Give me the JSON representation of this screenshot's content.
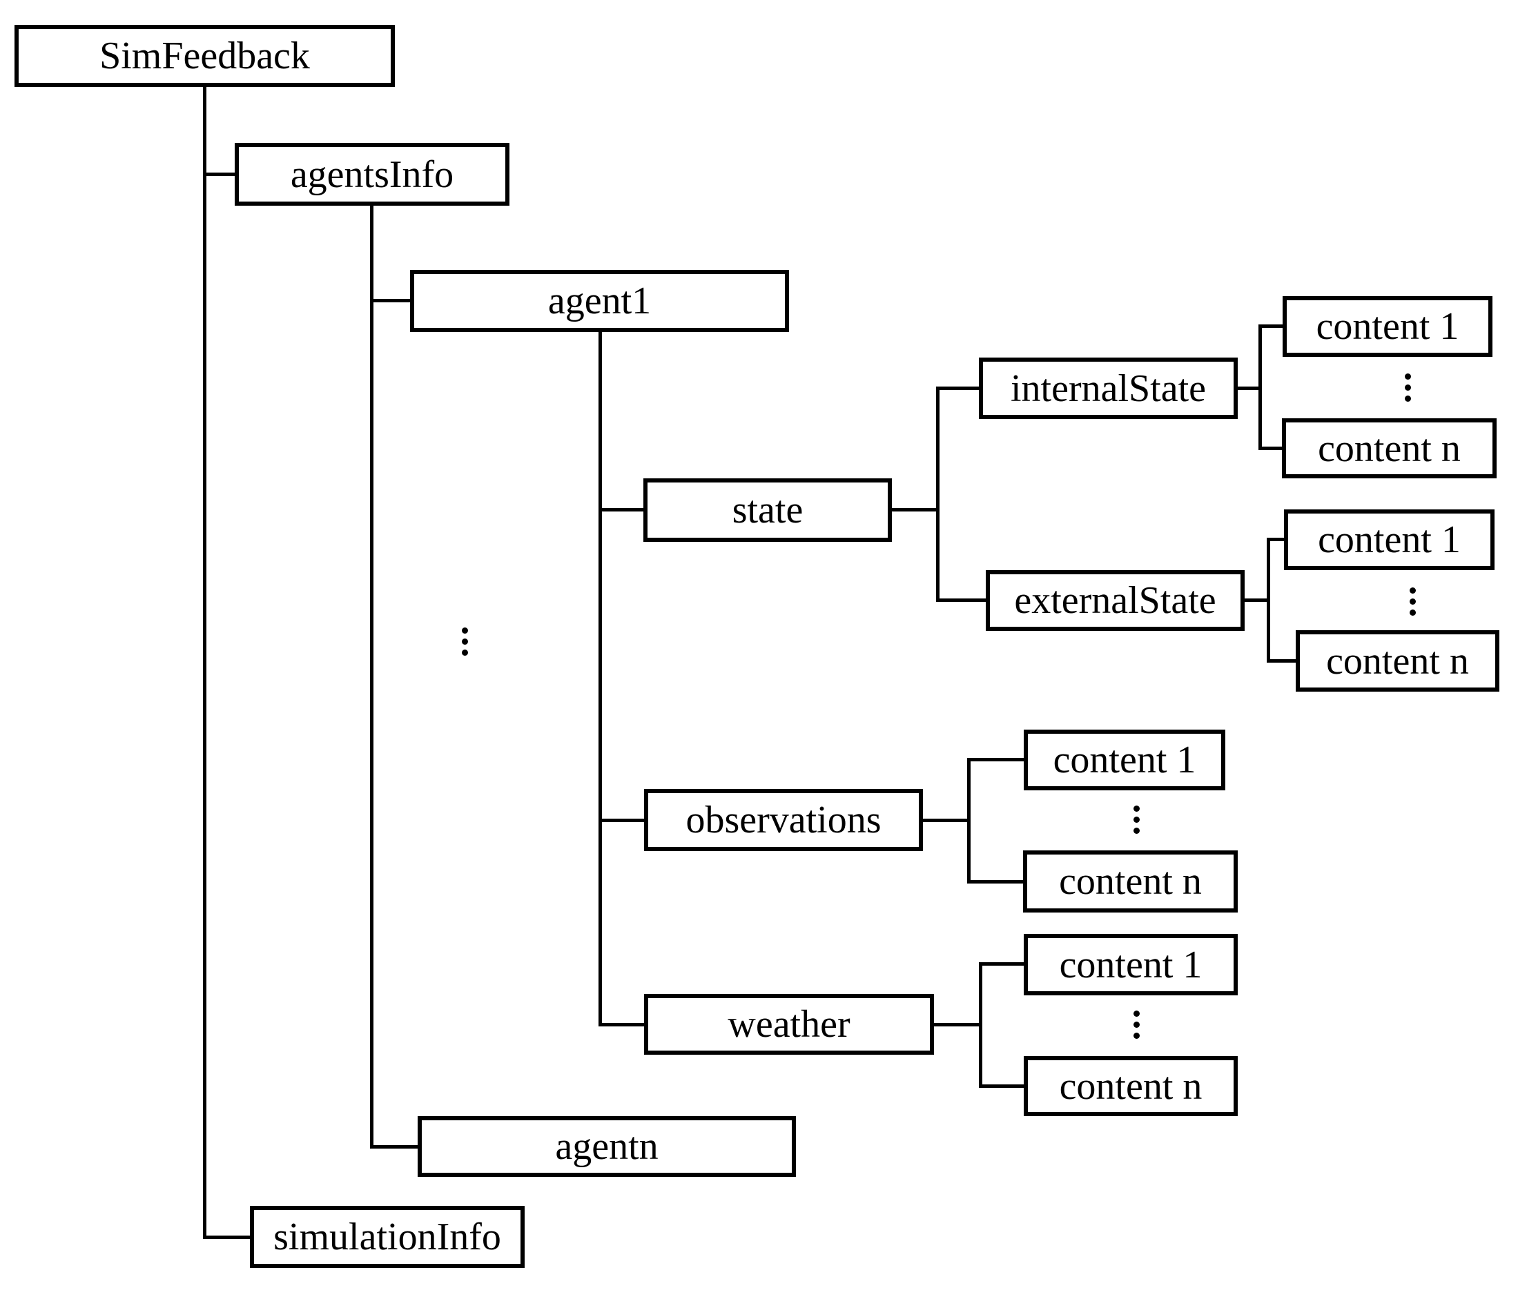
{
  "diagram": {
    "type": "tree",
    "nodes": {
      "simfeedback": "SimFeedback",
      "agentsinfo": "agentsInfo",
      "agent1": "agent1",
      "state": "state",
      "internalstate": "internalState",
      "externalstate": "externalState",
      "observations": "observations",
      "weather": "weather",
      "agentn": "agentn",
      "simulationinfo": "simulationInfo",
      "content_first": "content 1",
      "content_last": "content n",
      "ellipsis": "⋮"
    },
    "structure": {
      "SimFeedback": [
        "agentsInfo",
        "simulationInfo"
      ],
      "agentsInfo": [
        "agent1",
        "⋮",
        "agentn"
      ],
      "agent1": [
        "state",
        "observations",
        "weather"
      ],
      "state": [
        "internalState",
        "externalState"
      ],
      "internalState": [
        "content 1",
        "⋮",
        "content n"
      ],
      "externalState": [
        "content 1",
        "⋮",
        "content n"
      ],
      "observations": [
        "content 1",
        "⋮",
        "content n"
      ],
      "weather": [
        "content 1",
        "⋮",
        "content n"
      ]
    },
    "colors": {
      "background": "#ffffff",
      "box_fill": "#ffffff",
      "box_border": "#000000",
      "line": "#000000",
      "text": "#000000"
    }
  }
}
